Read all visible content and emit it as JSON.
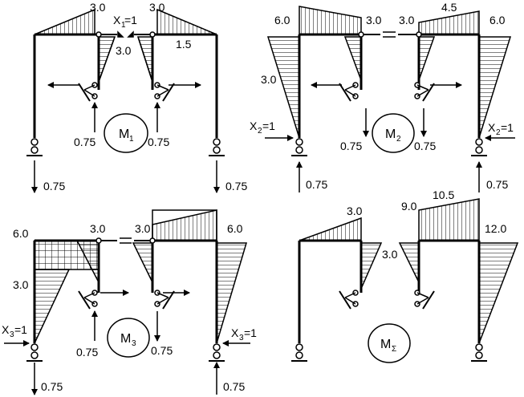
{
  "panels": {
    "m1": {
      "title": "M",
      "title_sub": "1",
      "values": {
        "top_left": "3.0",
        "x1_main": "X",
        "x1_sub": "1",
        "x1_eq": "=1",
        "top_right": "3.0",
        "mid_left": "3.0",
        "mid_right": "1.5",
        "force_left": "0.75",
        "force_right": "0.75",
        "support_left": "0.75",
        "support_right": "0.75"
      }
    },
    "m2": {
      "title": "M",
      "title_sub": "2",
      "values": {
        "top_left": "6.0",
        "top_mid_left": "3.0",
        "top_mid_right": "3.0",
        "top_right_peak": "4.5",
        "top_right": "6.0",
        "left_mid": "3.0",
        "x2_left_main": "X",
        "x2_left_sub": "2",
        "x2_left_eq": "=1",
        "x2_right_main": "X",
        "x2_right_sub": "2",
        "x2_right_eq": "=1",
        "force_left": "0.75",
        "force_right": "0.75",
        "support_left": "0.75",
        "support_right": "0.75"
      }
    },
    "m3": {
      "title": "M",
      "title_sub": "3",
      "values": {
        "top_left": "6.0",
        "top_mid_left": "3.0",
        "top_mid_right": "3.0",
        "top_right": "6.0",
        "left_mid": "3.0",
        "x3_left_main": "X",
        "x3_left_sub": "3",
        "x3_left_eq": "=1",
        "x3_right_main": "X",
        "x3_right_sub": "3",
        "x3_right_eq": "=1",
        "force_left": "0.75",
        "force_right": "0.75",
        "support_left": "0.75",
        "support_right": "0.75"
      }
    },
    "msum": {
      "title": "M",
      "title_sub": "Σ",
      "values": {
        "top_left": "3.0",
        "mid_left": "3.0",
        "top_right_a": "9.0",
        "top_right_b": "10.5",
        "top_right_c": "12.0"
      }
    }
  }
}
